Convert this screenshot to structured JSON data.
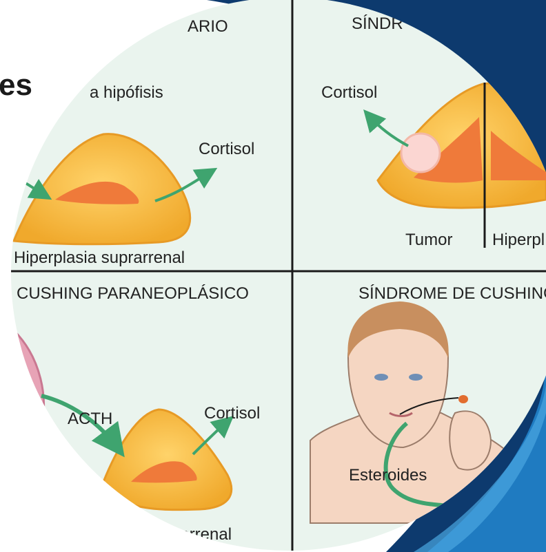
{
  "slide": {
    "partial_heading": "es",
    "colors": {
      "navy": "#0d3a6e",
      "blue": "#1f7bc1",
      "panel_bg": "#eaf4ee",
      "gland": "#f5b53a",
      "medulla": "#ef7a3a",
      "arrow": "#3fa46f"
    }
  },
  "panels": [
    {
      "title": "ARIO",
      "labels": [
        "a hipófisis",
        "Cortisol",
        "Hiperplasia suprarrenal"
      ]
    },
    {
      "title": "SÍNDR",
      "labels": [
        "Cortisol",
        "Tumor",
        "Hiperpl"
      ]
    },
    {
      "title": "CUSHING PARANEOPLÁSICO",
      "labels": [
        "ACTH",
        "Cortisol",
        "prarrenal"
      ]
    },
    {
      "title": "SÍNDROME DE CUSHING",
      "labels": [
        "Esteroides"
      ]
    }
  ]
}
